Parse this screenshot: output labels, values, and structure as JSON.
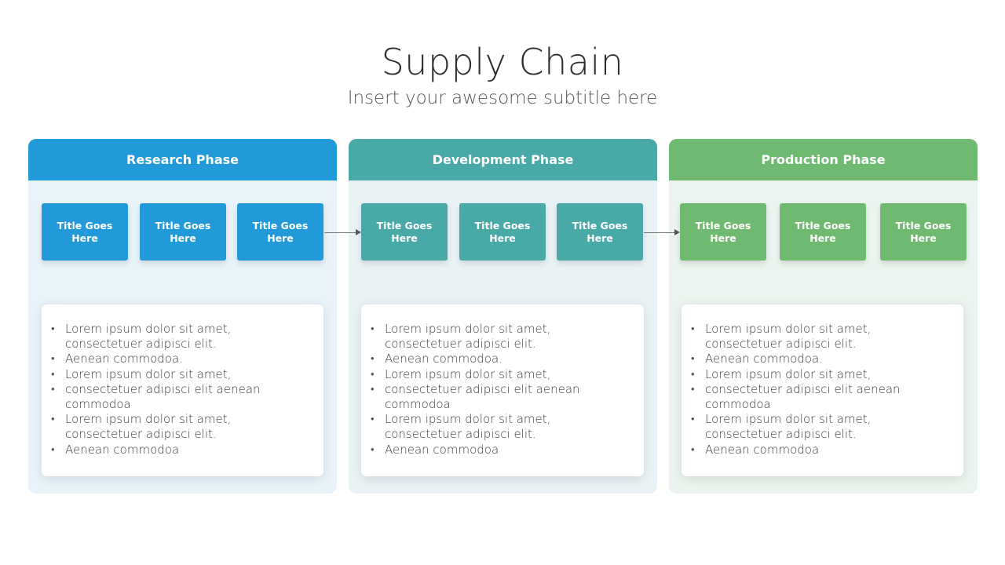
{
  "title": "Supply Chain",
  "subtitle": "Insert your awesome subtitle here",
  "colors": {
    "research": "#2299d8",
    "research_bg": "#e8f3fa",
    "development": "#48a9a6",
    "development_bg": "#e9f3f6",
    "production": "#6fb970",
    "production_bg": "#ecf4ef"
  },
  "phases": [
    {
      "header": "Research Phase",
      "steps": [
        "Title Goes Here",
        "Title Goes Here",
        "Title Goes Here"
      ],
      "bullets": [
        "Lorem ipsum dolor sit amet, consectetuer adipisci elit.",
        "Aenean commodoa.",
        "Lorem ipsum dolor sit amet,",
        "consectetuer  adipisci elit aenean commodoa",
        "Lorem ipsum dolor sit amet, consectetuer adipisci elit.",
        "Aenean commodoa"
      ]
    },
    {
      "header": "Development Phase",
      "steps": [
        "Title Goes Here",
        "Title Goes Here",
        "Title Goes Here"
      ],
      "bullets": [
        "Lorem ipsum dolor sit amet, consectetuer adipisci elit.",
        "Aenean commodoa.",
        "Lorem ipsum dolor sit amet,",
        "consectetuer  adipisci elit aenean commodoa",
        "Lorem ipsum dolor sit amet, consectetuer adipisci elit.",
        "Aenean commodoa"
      ]
    },
    {
      "header": "Production Phase",
      "steps": [
        "Title Goes Here",
        "Title Goes Here",
        "Title Goes Here"
      ],
      "bullets": [
        "Lorem ipsum dolor sit amet, consectetuer adipisci elit.",
        "Aenean commodoa.",
        "Lorem ipsum dolor sit amet,",
        "consectetuer  adipisci elit aenean commodoa",
        "Lorem ipsum dolor sit amet, consectetuer adipisci elit.",
        "Aenean commodoa"
      ]
    }
  ]
}
